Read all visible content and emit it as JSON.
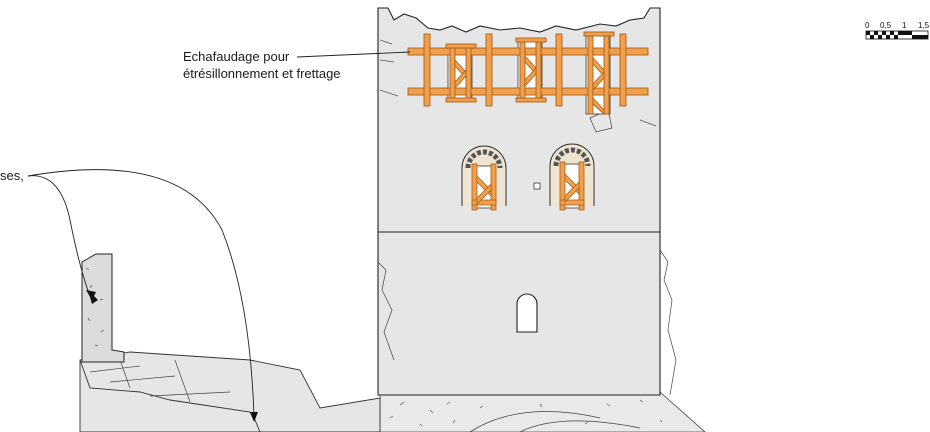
{
  "annotations": {
    "scaffold_line1": "Echafaudage pour",
    "scaffold_line2": "étrésillonnement et frettage",
    "left_fragment": "ses,"
  },
  "scale_bar": {
    "ticks": [
      "0",
      "0,5",
      "1",
      "1,5"
    ]
  },
  "colors": {
    "wall_fill": "#e6e6e6",
    "outline": "#222222",
    "timber_fill": "#f0a04b",
    "timber_stroke": "#a8601a",
    "opening_fill": "#ffffff"
  }
}
